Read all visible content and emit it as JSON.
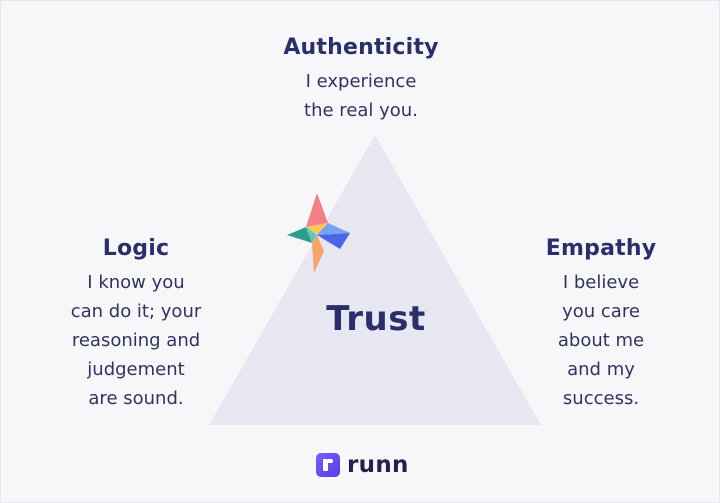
{
  "top": {
    "title": "Authenticity",
    "lines": [
      "I experience",
      "the real you."
    ]
  },
  "left": {
    "title": "Logic",
    "lines": [
      "I know you",
      "can do it; your",
      "reasoning and",
      "judgement",
      "are sound."
    ]
  },
  "right": {
    "title": "Empathy",
    "lines": [
      "I believe",
      "you care",
      "about me",
      "and my",
      "success."
    ]
  },
  "center": {
    "label": "Trust"
  },
  "brand": {
    "name": "runn",
    "color": "#6a4cf0"
  },
  "colors": {
    "triangle_fill": "#e6e7f1",
    "text": "#2a2f6b",
    "background": "#f7f7fa"
  },
  "icons": {
    "logo": "pinwheel-logo-icon",
    "brand_mark": "runn-logo-icon"
  }
}
